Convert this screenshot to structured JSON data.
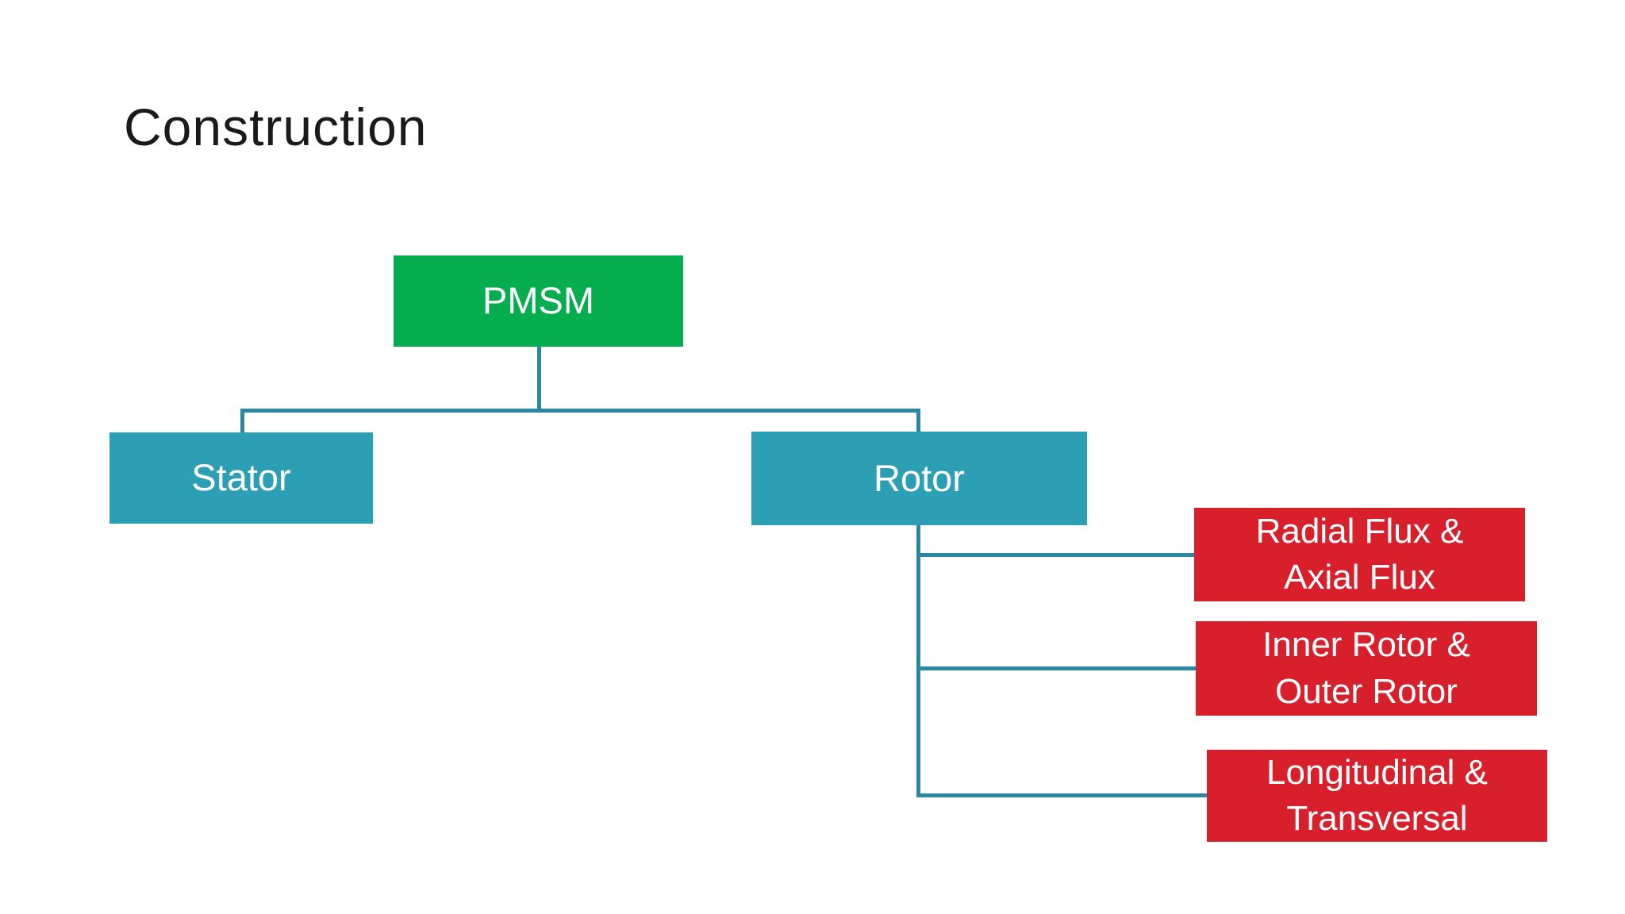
{
  "slide": {
    "title": "Construction",
    "background_color": "#ffffff",
    "title_color": "#1a1a1a"
  },
  "colors": {
    "root_green": "#06AD4F",
    "child_teal": "#2D9FB5",
    "leaf_red": "#D7202C",
    "connector_teal": "#2B88A3",
    "box_text": "#FFFFFF"
  },
  "tree": {
    "root": {
      "label": "PMSM"
    },
    "children": [
      {
        "label": "Stator"
      },
      {
        "label": "Rotor"
      }
    ],
    "rotor_children": [
      {
        "label": "Radial Flux &\nAxial Flux"
      },
      {
        "label": "Inner Rotor &\nOuter Rotor"
      },
      {
        "label": "Longitudinal &\nTransversal"
      }
    ]
  }
}
